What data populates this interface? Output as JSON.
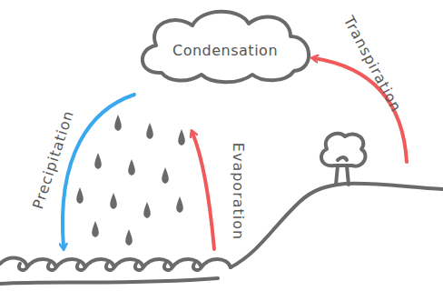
{
  "diagram": {
    "nodes": [
      {
        "text": [
          "Condensation"
        ]
      }
    ],
    "labels": [
      "Precipitation",
      "Evaporation",
      "Transpiration"
    ]
  }
}
